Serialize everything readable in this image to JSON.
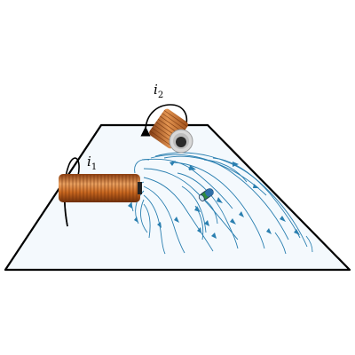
{
  "labels": {
    "current_1": {
      "main": "i",
      "sub": "1"
    },
    "current_2": {
      "main": "i",
      "sub": "2"
    }
  },
  "colors": {
    "plane_fill": "#f4f9fd",
    "plane_stroke": "#000000",
    "field_lines": "#2a7fb0",
    "copper_dark": "#8a3d10",
    "copper_mid": "#c8671f",
    "copper_light": "#e8a060",
    "core_grey": "#d8d8d8",
    "compass_blue": "#2f6fa8",
    "compass_green": "#2e8b3e"
  }
}
